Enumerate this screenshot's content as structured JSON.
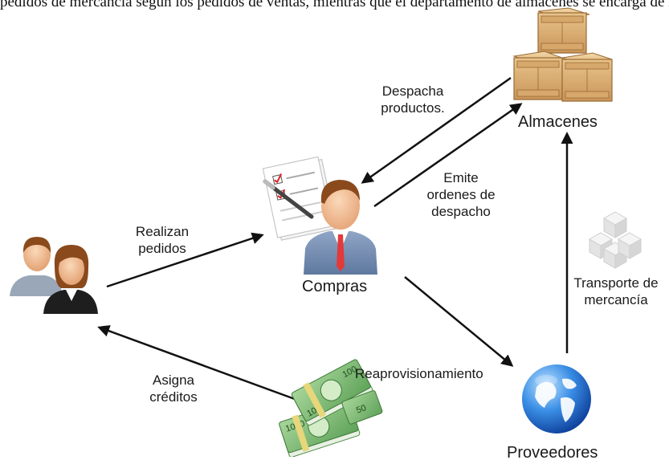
{
  "header": {
    "caption": "pedidos de mercancía según los pedidos de ventas, mientras que el departamento de almacenes se encarga de la gestión"
  },
  "nodes": {
    "almacenes": "Almacenes",
    "compras": "Compras",
    "proveedores": "Proveedores"
  },
  "edges": {
    "despacha_1": "Despacha",
    "despacha_2": "productos.",
    "emite_1": "Emite",
    "emite_2": "ordenes de",
    "emite_3": "despacho",
    "realizan_1": "Realizan",
    "realizan_2": "pedidos",
    "transporte_1": "Transporte de",
    "transporte_2": "mercancía",
    "asigna_1": "Asigna",
    "asigna_2": "créditos",
    "reaprovisionamiento": "Reaprovisionamiento"
  },
  "money": {
    "bill_1": "100",
    "bill_2": "50",
    "bill_3": "1000",
    "bill_4": "100"
  }
}
